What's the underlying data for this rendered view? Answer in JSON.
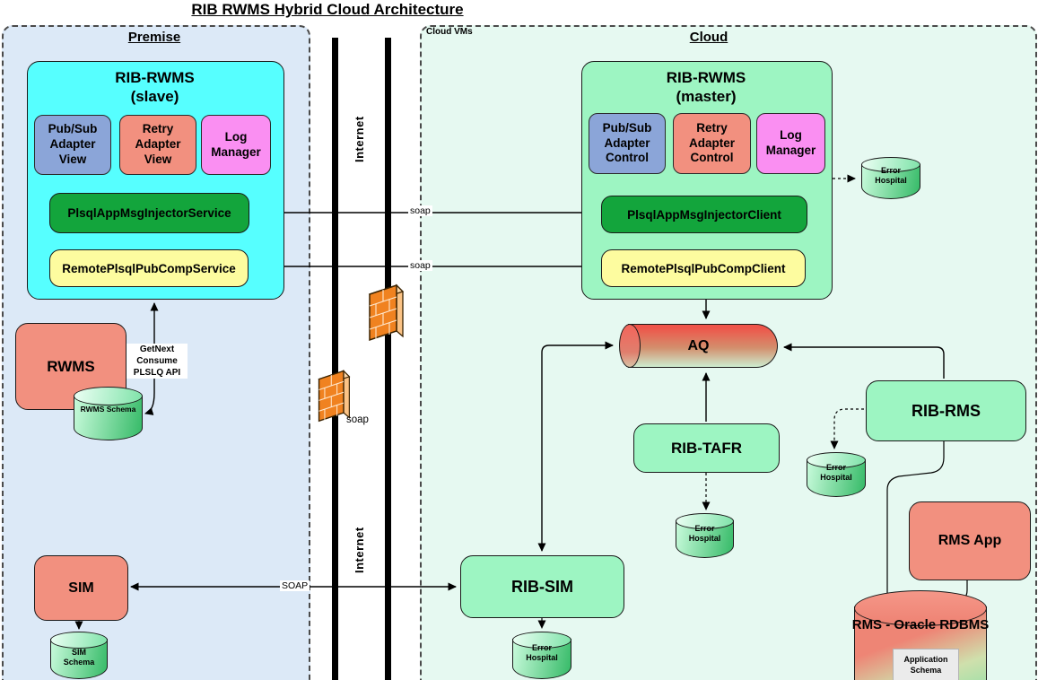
{
  "title": "RIB RWMS Hybrid Cloud Architecture",
  "regions": {
    "premise": {
      "label": "Premise"
    },
    "cloud": {
      "label": "Cloud",
      "vms_label": "Cloud VMs"
    }
  },
  "network": {
    "internet_top": "Internet",
    "internet_bottom": "Internet",
    "soap_injector": "soap",
    "soap_remote": "soap",
    "soap_firewall": "soap",
    "soap_sim_link": "SOAP"
  },
  "premise": {
    "slave": {
      "title": "RIB-RWMS\n(slave)",
      "pubsub": "Pub/Sub\nAdapter\nView",
      "retry": "Retry\nAdapter\nView",
      "log": "Log\nManager",
      "injector": "PlsqlAppMsgInjectorService",
      "remote": "RemotePlsqlPubCompService"
    },
    "rwms": {
      "label": "RWMS",
      "schema": "RWMS Schema",
      "api_note": "GetNext\nConsume\nPLSLQ API"
    },
    "sim": {
      "label": "SIM",
      "schema": "SIM\nSchema"
    }
  },
  "cloud": {
    "master": {
      "title": "RIB-RWMS\n(master)",
      "pubsub": "Pub/Sub\nAdapter\nControl",
      "retry": "Retry\nAdapter\nControl",
      "log": "Log\nManager",
      "injector": "PlsqlAppMsgInjectorClient",
      "remote": "RemotePlsqlPubCompClient"
    },
    "aq": {
      "label": "AQ"
    },
    "rib_tafr": {
      "label": "RIB-TAFR"
    },
    "rib_rms": {
      "label": "RIB-RMS"
    },
    "rib_sim": {
      "label": "RIB-SIM"
    },
    "rms_app": {
      "label": "RMS App"
    },
    "rdbms": {
      "label": "RMS - Oracle RDBMS",
      "schema": "Application\nSchema"
    },
    "error_hospital": {
      "label": "Error\nHospital"
    }
  },
  "colors": {
    "premise_bg": "#dce9f7",
    "cloud_bg": "#e6f9f1",
    "slave_bg": "#56ffff",
    "mint": "#9df5c2",
    "blue": "#8ba5d8",
    "salmon": "#f2907f",
    "pink": "#fa8ff2",
    "dark_green": "#13a53c",
    "yellow": "#fdfc9f",
    "firewall_orange": "#f08220"
  }
}
